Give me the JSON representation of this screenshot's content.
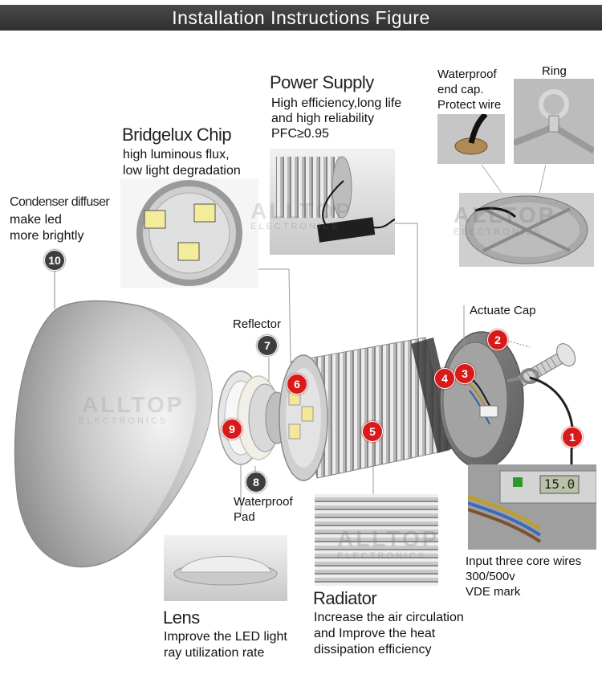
{
  "title": "Installation Instructions Figure",
  "watermark": {
    "brand": "ALLTOP",
    "sub": "ELECTRONICS"
  },
  "parts": {
    "power_supply": {
      "heading": "Power Supply",
      "lines": [
        "High efficiency,long life",
        "and high reliability",
        "PFC≥0.95"
      ]
    },
    "chip": {
      "heading": "Bridgelux Chip",
      "lines": [
        "high luminous flux,",
        "low light degradation"
      ]
    },
    "diffuser": {
      "heading": "Condenser diffuser",
      "lines": [
        "make led",
        "more brightly"
      ],
      "number": "10"
    },
    "endcap": {
      "lines": [
        "Waterproof",
        "end cap.",
        "Protect wire"
      ]
    },
    "ring": {
      "heading": "Ring"
    },
    "actuate_cap": {
      "heading": "Actuate Cap"
    },
    "reflector": {
      "heading": "Reflector",
      "number": "7"
    },
    "waterproof_pad": {
      "lines": [
        "Waterproof",
        "Pad"
      ],
      "number": "8"
    },
    "lens": {
      "heading": "Lens",
      "lines": [
        "Improve the LED light",
        "ray utilization rate"
      ],
      "number": "9"
    },
    "radiator": {
      "heading": "Radiator",
      "lines": [
        "Increase the air circulation",
        "and Improve the heat",
        "dissipation efficiency"
      ],
      "number": "5"
    },
    "wires": {
      "lines": [
        "Input three core wires",
        "300/500v",
        "VDE mark"
      ],
      "number": "1"
    },
    "caliper_reading": "15.0"
  },
  "badges": {
    "b2": "2",
    "b3": "3",
    "b4": "4",
    "b6": "6"
  },
  "colors": {
    "badge_red": "#d91a1a",
    "badge_dark": "#3e3e3e",
    "banner": "#3a3a3a"
  }
}
